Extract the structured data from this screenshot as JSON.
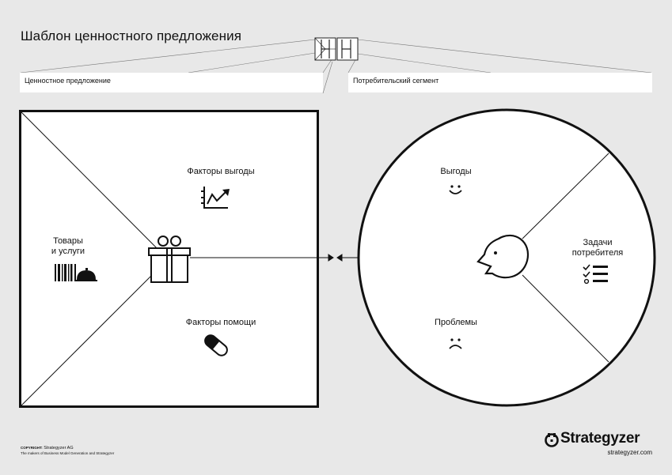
{
  "title": "Шаблон ценностного предложения",
  "fields": {
    "value_proposition": "Ценностное предложение",
    "customer_segment": "Потребительский сегмент"
  },
  "value_map": {
    "gain_creators": "Факторы выгоды",
    "products_line1": "Товары",
    "products_line2": "и услуги",
    "pain_relievers": "Факторы помощи"
  },
  "customer_profile": {
    "gains": "Выгоды",
    "jobs_line1": "Задачи",
    "jobs_line2": "потребителя",
    "pains": "Проблемы"
  },
  "footer": {
    "copyright_label": "COPYRIGHT:",
    "copyright_holder": "Strategyzer AG",
    "tagline": "The makers of Business Model Generation and Strategyzer",
    "brand": "Strategyzer",
    "url": "strategyzer.com"
  },
  "icons": {
    "gain_creators": "chart-up-icon",
    "products": "barcode-cloche-icon",
    "pain_relievers": "pill-icon",
    "gains": "smile-icon",
    "pains": "frown-icon",
    "jobs": "checklist-icon",
    "center_value": "gift-icon",
    "center_customer": "face-profile-icon"
  }
}
